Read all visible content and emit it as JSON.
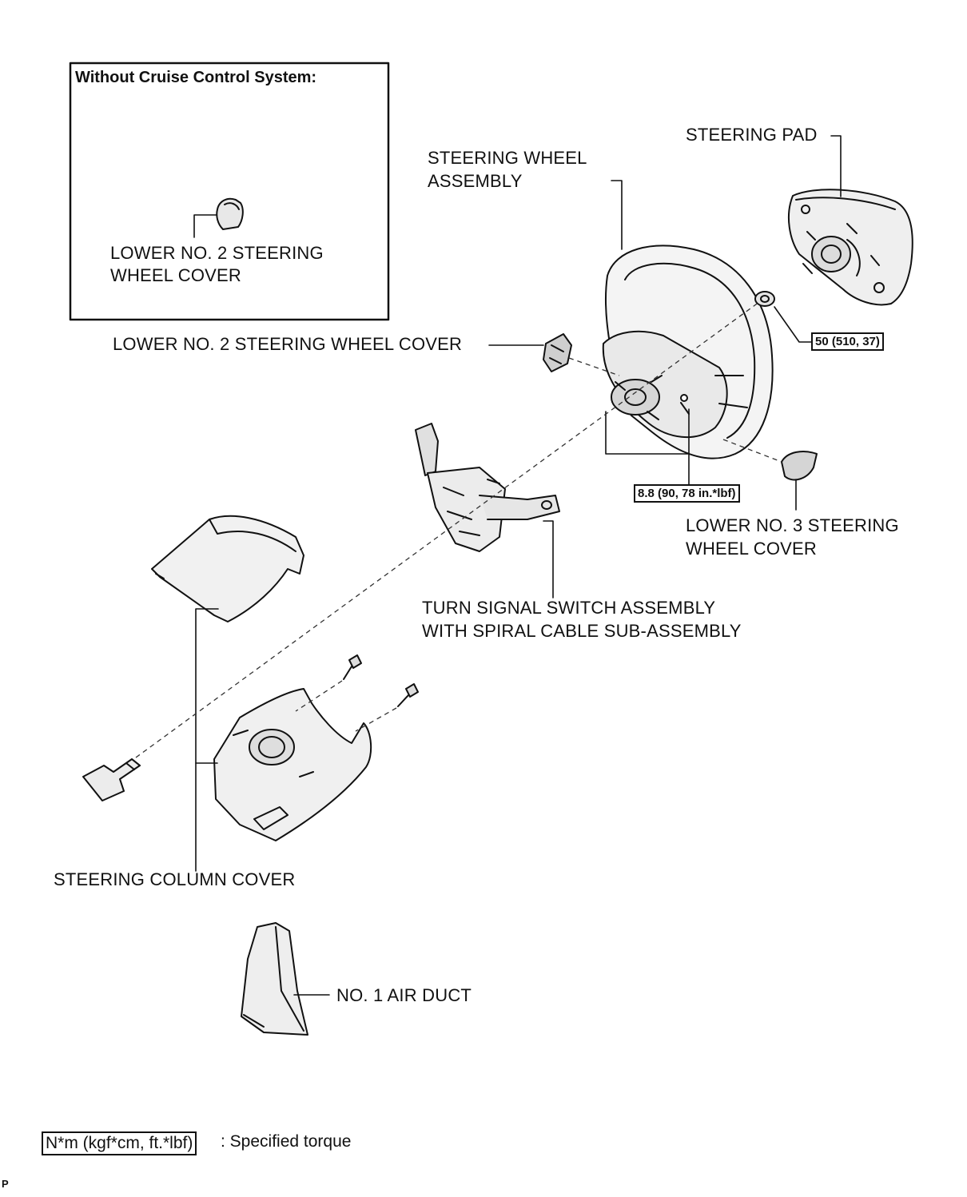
{
  "inset": {
    "title": "Without Cruise Control System:",
    "part_label_line1": "LOWER NO. 2 STEERING",
    "part_label_line2": "WHEEL COVER"
  },
  "labels": {
    "steering_pad": "STEERING PAD",
    "steering_wheel_line1": "STEERING WHEEL",
    "steering_wheel_line2": "ASSEMBLY",
    "lower_no2_cover": "LOWER NO. 2 STEERING WHEEL COVER",
    "lower_no3_line1": "LOWER NO. 3 STEERING",
    "lower_no3_line2": "WHEEL COVER",
    "turn_signal_line1": "TURN SIGNAL SWITCH ASSEMBLY",
    "turn_signal_line2": "WITH SPIRAL CABLE SUB-ASSEMBLY",
    "column_cover": "STEERING COLUMN COVER",
    "air_duct": "NO. 1 AIR DUCT"
  },
  "torque_specs": {
    "wheel_nut": "50 (510, 37)",
    "pad_screw": "8.8 (90, 78 in.*lbf)"
  },
  "legend": {
    "unit_box": "N*m (kgf*cm, ft.*lbf)",
    "description": ": Specified torque"
  },
  "corner_mark": "P"
}
